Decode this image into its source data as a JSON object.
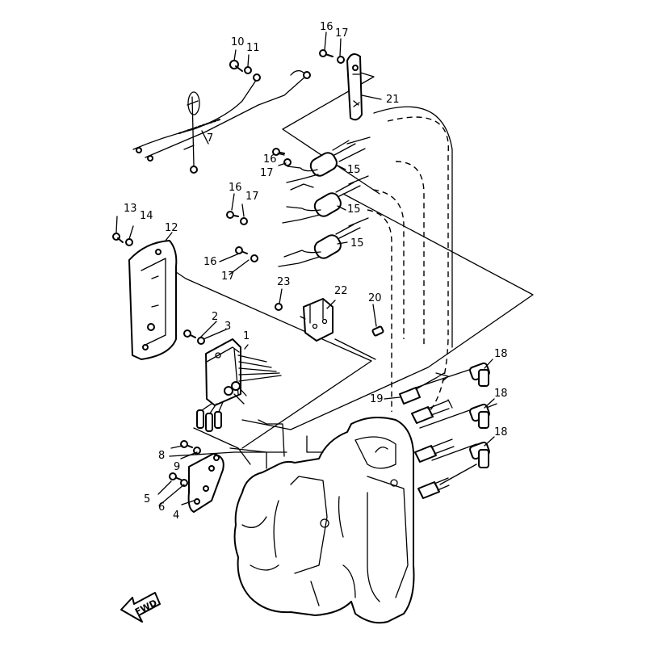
{
  "callouts": {
    "p1": "1",
    "p2": "2",
    "p3": "3",
    "p4": "4",
    "p5": "5",
    "p6": "6",
    "p7": "7",
    "p8": "8",
    "p9": "9",
    "p10": "10",
    "p11": "11",
    "p12": "12",
    "p13": "13",
    "p14": "14",
    "p15a": "15",
    "p15b": "15",
    "p15c": "15",
    "p16a": "16",
    "p16b": "16",
    "p16c": "16",
    "p16d": "16",
    "p17a": "17",
    "p17b": "17",
    "p17c": "17",
    "p17d": "17",
    "p18a": "18",
    "p18b": "18",
    "p18c": "18",
    "p19": "19",
    "p20": "20",
    "p21": "21",
    "p22": "22",
    "p23": "23"
  },
  "fwd_label": "FWD"
}
